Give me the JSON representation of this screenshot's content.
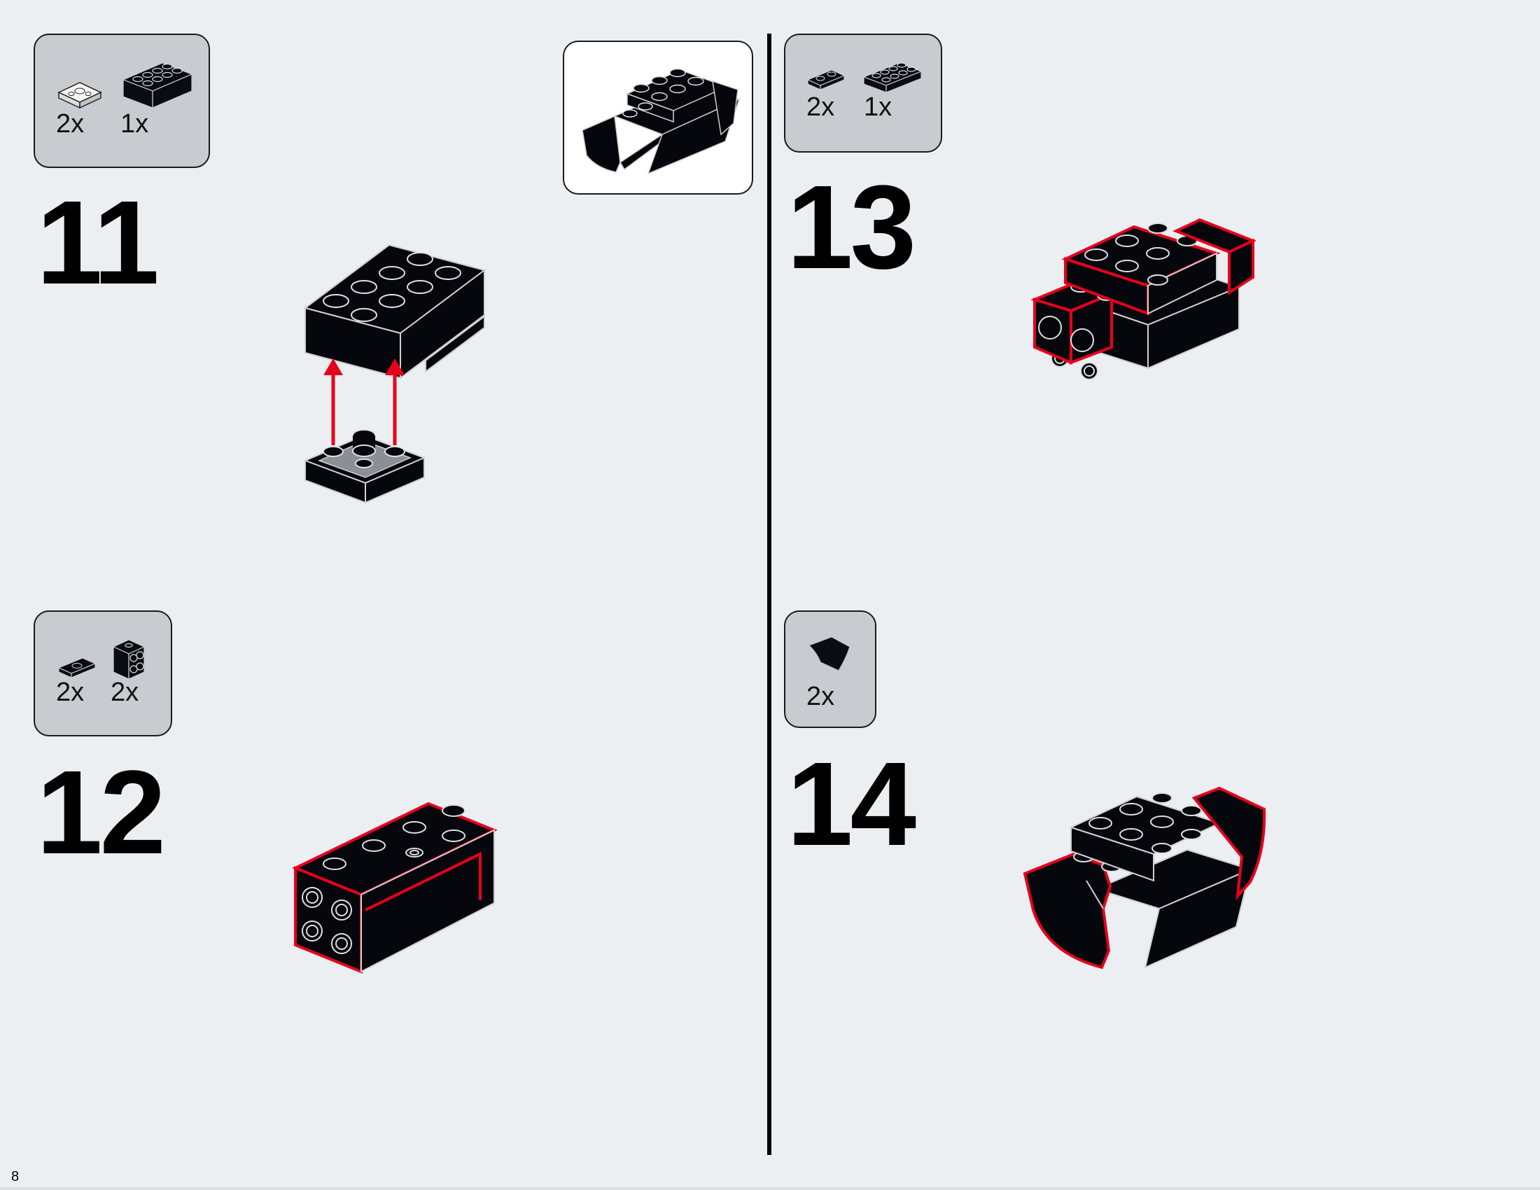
{
  "page": {
    "number": "8"
  },
  "colors": {
    "background": "#ebeff2",
    "parts_box": "#c8ccd0",
    "highlight": "#e8001c",
    "brick": "#05070d"
  },
  "steps": [
    {
      "number": "11",
      "parts": [
        {
          "icon": "plate-2x2-round-center-icon",
          "qty": "2x"
        },
        {
          "icon": "brick-2x4-icon",
          "qty": "1x"
        }
      ]
    },
    {
      "number": "12",
      "parts": [
        {
          "icon": "plate-1x2-jumper-icon",
          "qty": "2x"
        },
        {
          "icon": "bracket-2x2-icon",
          "qty": "2x"
        }
      ]
    },
    {
      "number": "13",
      "parts": [
        {
          "icon": "plate-1x2-icon",
          "qty": "2x"
        },
        {
          "icon": "plate-2x4-icon",
          "qty": "1x"
        }
      ]
    },
    {
      "number": "14",
      "parts": [
        {
          "icon": "curved-slope-2x2-icon",
          "qty": "2x"
        }
      ]
    }
  ]
}
